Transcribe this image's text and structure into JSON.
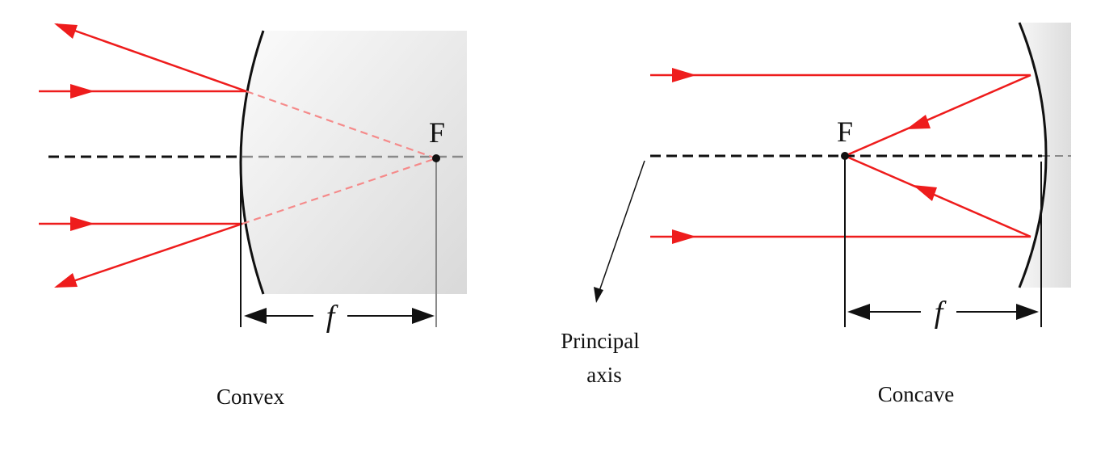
{
  "convex": {
    "focus_label": "F",
    "focal_length_label": "f",
    "caption": "Convex"
  },
  "concave": {
    "focus_label": "F",
    "focal_length_label": "f",
    "caption": "Concave"
  },
  "principal_axis": {
    "label_line1": "Principal",
    "label_line2": "axis"
  },
  "colors": {
    "ray": "#ee1c1c",
    "ray_virtual": "#f58a8a",
    "axis": "#111111",
    "mirror": "#111111",
    "mirror_fill": "#e2e2e2"
  }
}
